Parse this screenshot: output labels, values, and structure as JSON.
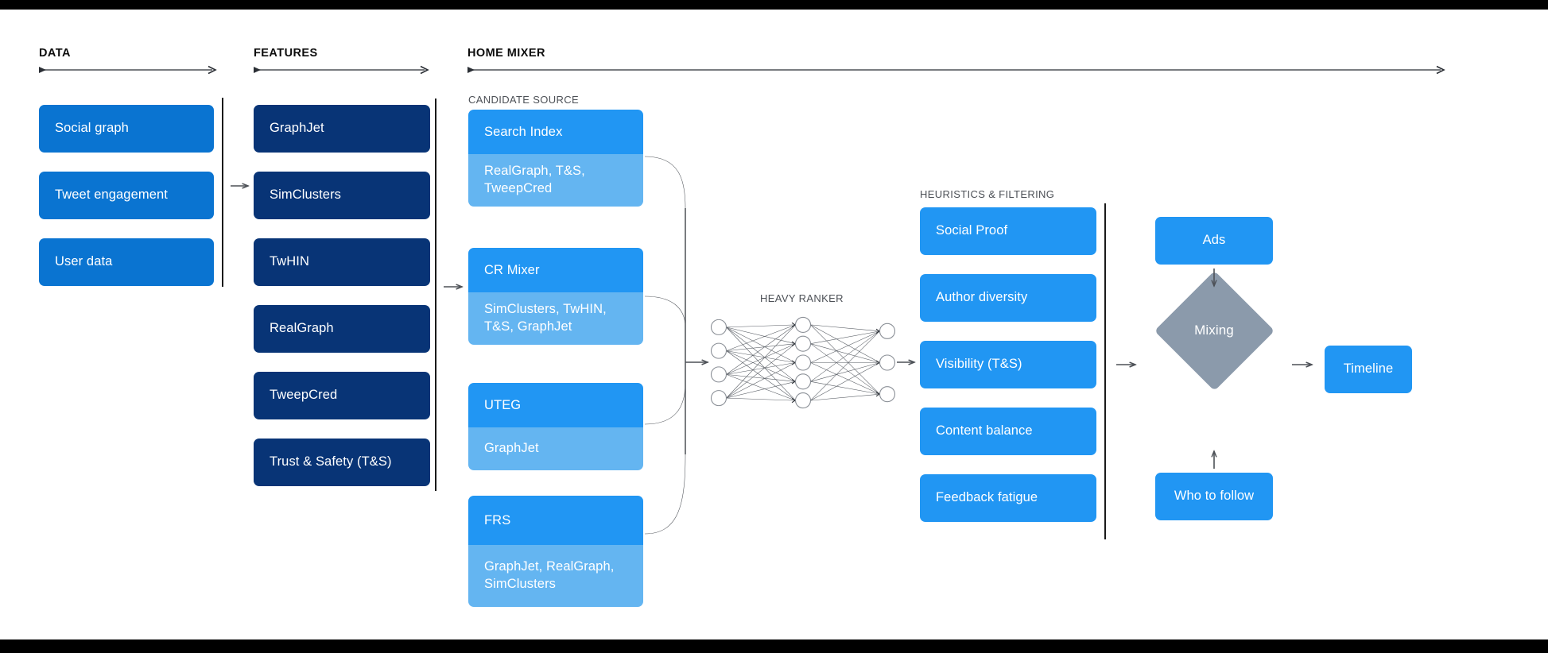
{
  "sections": {
    "data": {
      "title": "DATA"
    },
    "features": {
      "title": "FEATURES"
    },
    "home_mixer": {
      "title": "HOME MIXER"
    },
    "candidate_source": {
      "title": "CANDIDATE SOURCE"
    },
    "heavy_ranker": {
      "title": "HEAVY RANKER"
    },
    "heuristics": {
      "title": "HEURISTICS & FILTERING"
    }
  },
  "data_boxes": [
    {
      "label": "Social graph"
    },
    {
      "label": "Tweet engagement"
    },
    {
      "label": "User data"
    }
  ],
  "feature_boxes": [
    {
      "label": "GraphJet"
    },
    {
      "label": "SimClusters"
    },
    {
      "label": "TwHIN"
    },
    {
      "label": "RealGraph"
    },
    {
      "label": "TweepCred"
    },
    {
      "label": "Trust & Safety (T&S)"
    }
  ],
  "candidate_sources": [
    {
      "title": "Search Index",
      "detail": "RealGraph, T&S,\nTweepCred"
    },
    {
      "title": "CR Mixer",
      "detail": "SimClusters, TwHIN,\nT&S, GraphJet"
    },
    {
      "title": "UTEG",
      "detail": "GraphJet"
    },
    {
      "title": "FRS",
      "detail": "GraphJet, RealGraph,\nSimClusters"
    }
  ],
  "heuristic_boxes": [
    {
      "label": "Social Proof"
    },
    {
      "label": "Author diversity"
    },
    {
      "label": "Visibility (T&S)"
    },
    {
      "label": "Content balance"
    },
    {
      "label": "Feedback fatigue"
    }
  ],
  "outputs": {
    "ads": "Ads",
    "mixing": "Mixing",
    "who_to_follow": "Who to follow",
    "timeline": "Timeline"
  },
  "neural_net": {
    "layers": [
      4,
      5,
      3
    ]
  },
  "colors": {
    "data_blue": "#0a74d1",
    "feature_navy": "#083476",
    "source_header": "#2196f3",
    "source_body": "#64b5f1",
    "heuristic_blue": "#2196f3",
    "mixing_gray": "#8b9aab",
    "divider": "#1a1a1a",
    "arrow": "#4d5157",
    "text_dark": "#0d0d0d",
    "text_muted": "#4d5157",
    "page_bg": "#ffffff",
    "letterbox": "#000000"
  }
}
